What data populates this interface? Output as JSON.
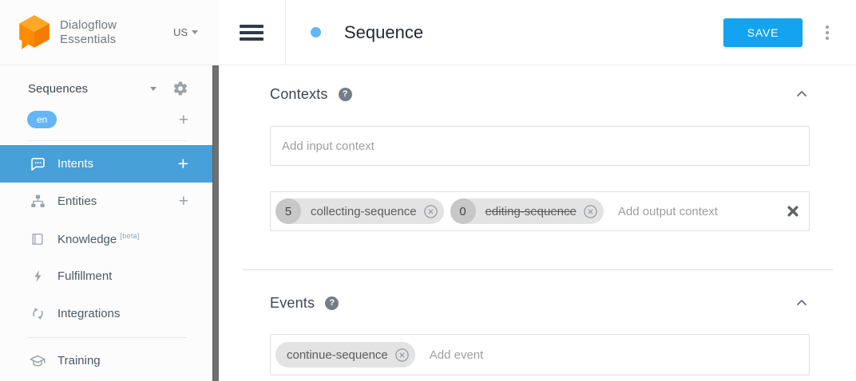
{
  "app": {
    "logo_title": "Dialogflow",
    "logo_subtitle": "Essentials",
    "region_selector": "US"
  },
  "sidebar": {
    "agent_selector": {
      "name": "Sequences"
    },
    "language": {
      "code": "en"
    },
    "nav": [
      {
        "label": "Intents"
      },
      {
        "label": "Entities"
      },
      {
        "label": "Knowledge",
        "badge": "[beta]"
      },
      {
        "label": "Fulfillment"
      },
      {
        "label": "Integrations"
      },
      {
        "label": "Training"
      }
    ]
  },
  "header": {
    "title": "Sequence",
    "save_button": "SAVE"
  },
  "contexts": {
    "title": "Contexts",
    "input_placeholder": "Add input context",
    "output_placeholder": "Add output context",
    "output_chips": [
      {
        "lifespan": "5",
        "label": "collecting-sequence",
        "strikethrough": false
      },
      {
        "lifespan": "0",
        "label": "editing-sequence",
        "strikethrough": true
      }
    ]
  },
  "events": {
    "title": "Events",
    "placeholder": "Add event",
    "chips": [
      {
        "label": "continue-sequence"
      }
    ]
  },
  "colors": {
    "accent_blue": "#14a3f1",
    "active_nav_blue": "#48a0d9",
    "language_badge_blue": "#64b5f6",
    "title_dot_blue": "#64b5f6"
  }
}
